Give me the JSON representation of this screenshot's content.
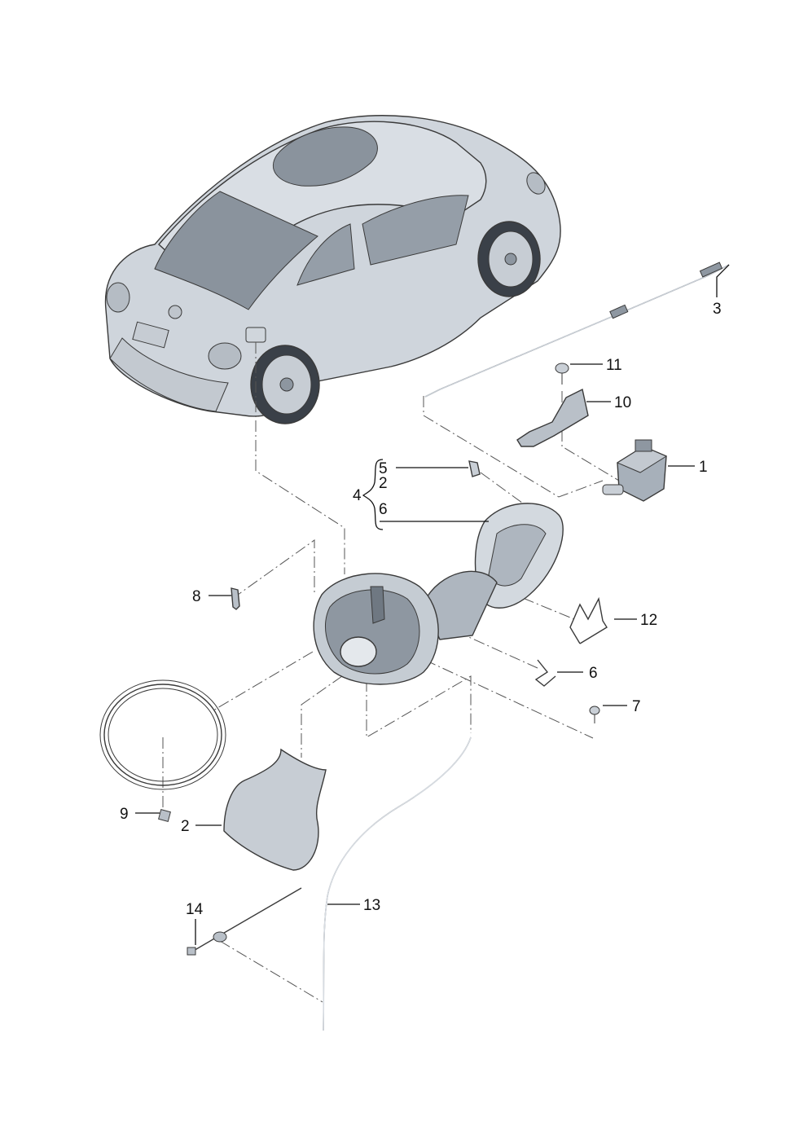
{
  "colors": {
    "part_fill": "#c9cfd6",
    "part_shade": "#a7b0ba",
    "dark": "#444a52",
    "label": "#111111"
  },
  "callouts": [
    {
      "id": "c1",
      "text": "1"
    },
    {
      "id": "c2a",
      "text": "2"
    },
    {
      "id": "c2b",
      "text": "2"
    },
    {
      "id": "c3",
      "text": "3"
    },
    {
      "id": "c4",
      "text": "4"
    },
    {
      "id": "c5",
      "text": "5"
    },
    {
      "id": "c6a",
      "text": "6"
    },
    {
      "id": "c6b",
      "text": "6"
    },
    {
      "id": "c7",
      "text": "7"
    },
    {
      "id": "c8",
      "text": "8"
    },
    {
      "id": "c9",
      "text": "9"
    },
    {
      "id": "c10",
      "text": "10"
    },
    {
      "id": "c11",
      "text": "11"
    },
    {
      "id": "c12",
      "text": "12"
    },
    {
      "id": "c13",
      "text": "13"
    },
    {
      "id": "c14",
      "text": "14"
    }
  ]
}
